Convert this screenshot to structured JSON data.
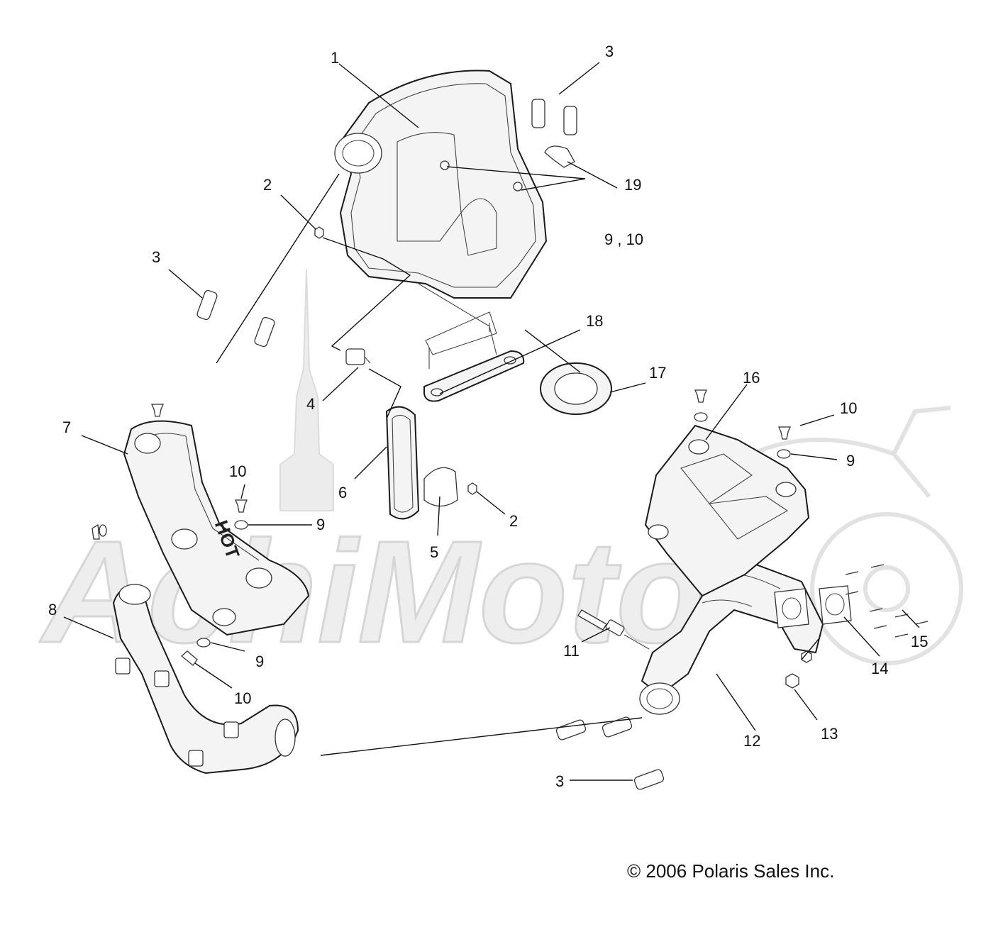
{
  "callouts": {
    "c1": "1",
    "c2a": "2",
    "c2b": "2",
    "c3a": "3",
    "c3b": "3",
    "c3c": "3",
    "c4": "4",
    "c5": "5",
    "c6": "6",
    "c7": "7",
    "c8": "8",
    "c9a": "9",
    "c9b": "9",
    "c9c": "9",
    "c910": "9 , 10",
    "c10a": "10",
    "c10b": "10",
    "c10c": "10",
    "c11": "11",
    "c12": "12",
    "c13": "13",
    "c14": "14",
    "c15": "15",
    "c16": "16",
    "c17": "17",
    "c18": "18",
    "c19": "19"
  },
  "watermark_text": "AchiMoto",
  "pipe_label": "HOT",
  "copyright": "© 2006 Polaris Sales Inc."
}
